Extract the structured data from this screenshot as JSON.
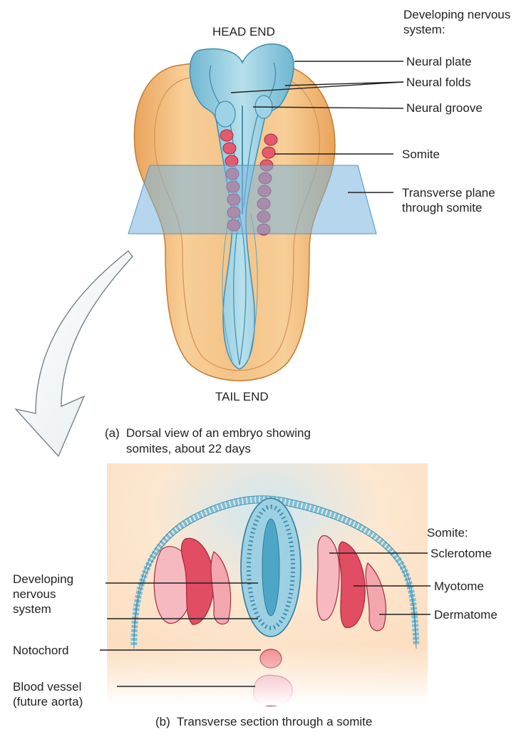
{
  "panel_a": {
    "head_end": "HEAD END",
    "tail_end": "TAIL END",
    "header_label": "Developing nervous system:",
    "labels": {
      "neural_plate": "Neural plate",
      "neural_folds": "Neural folds",
      "neural_groove": "Neural groove",
      "somite": "Somite",
      "transverse_plane": "Transverse plane through somite"
    },
    "caption_letter": "(a)",
    "caption_text": "Dorsal view of an embryo showing somites, about 22 days"
  },
  "panel_b": {
    "somite_header": "Somite:",
    "labels": {
      "sclerotome": "Sclerotome",
      "myotome": "Myotome",
      "dermatome": "Dermatome",
      "developing_nervous_system": "Developing nervous system",
      "notochord": "Notochord",
      "blood_vessel": "Blood vessel (future aorta)"
    },
    "caption_letter": "(b)",
    "caption_text": "Transverse section through a somite"
  },
  "colors": {
    "neural_tissue": "#8ec9dc",
    "somite": "#e05a6e",
    "embryo_body": "#f2b877",
    "plane": "#79b4de",
    "ectoderm": "#9fd0e2",
    "mesoderm_bg": "#fbe1c6"
  }
}
